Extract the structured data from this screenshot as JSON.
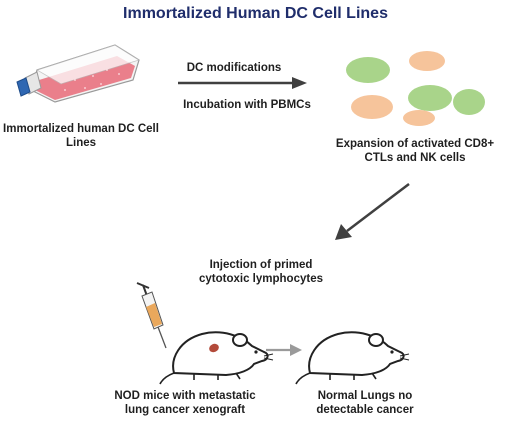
{
  "title": "Immortalized Human DC Cell Lines",
  "flask_label": "Immortalized human DC Cell Lines",
  "step_modification": "DC modifications",
  "step_incubation": "Incubation with PBMCs",
  "expansion_label": "Expansion of activated CD8+ CTLs and NK cells",
  "injection_label": "Injection of primed cytotoxic lymphocytes",
  "mouse_left_label": "NOD mice with metastatic lung cancer xenograft",
  "mouse_right_label": "Normal Lungs no detectable cancer",
  "colors": {
    "title": "#1f2d6b",
    "flask_medium": "#e86a78",
    "cell_green": "#a9d48a",
    "cell_orange": "#f6c49b",
    "arrow_gray": "#9a9a9a",
    "arrow_dark": "#404040",
    "tumor": "#b34a3a"
  }
}
